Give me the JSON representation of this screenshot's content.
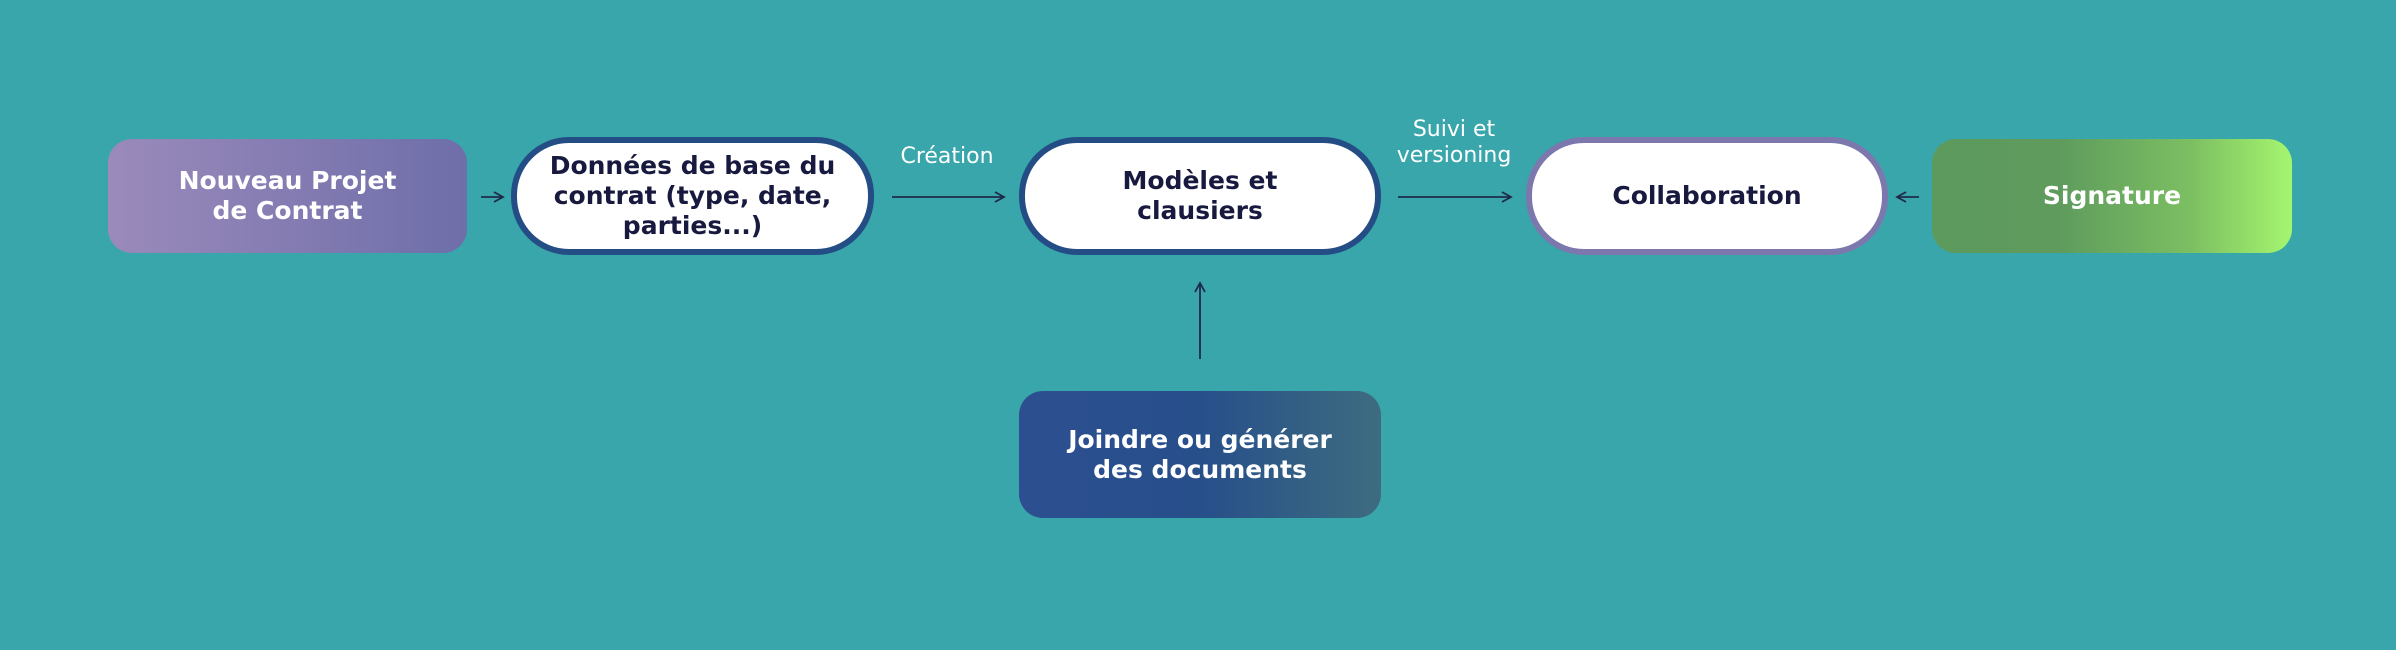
{
  "nodes": {
    "nouveau_projet": {
      "line1": "Nouveau Projet",
      "line2": "de Contrat"
    },
    "donnees": {
      "line1": "Données de base du",
      "line2": "contrat (type, date,",
      "line3": "parties...)"
    },
    "modeles": {
      "line1": "Modèles et",
      "line2": "clausiers"
    },
    "collaboration": {
      "line1": "Collaboration"
    },
    "signature": {
      "line1": "Signature"
    },
    "joindre": {
      "line1": "Joindre ou générer",
      "line2": "des documents"
    }
  },
  "edge_labels": {
    "creation": "Création",
    "suivi_line1": "Suivi et",
    "suivi_line2": "versioning"
  },
  "colors": {
    "background": "#38a6aa",
    "arrow": "#1e2a4a",
    "pill_text": "#18193f",
    "pill_border_blue": "#244d86",
    "pill_border_purple": "#7c78ad"
  }
}
